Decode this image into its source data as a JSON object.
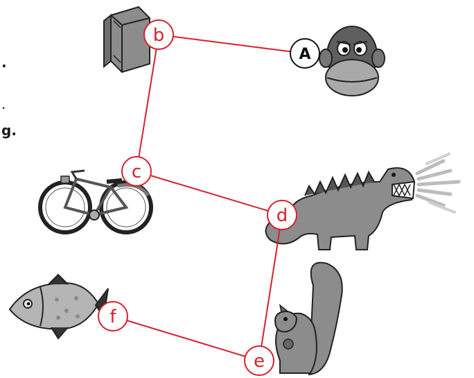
{
  "edge_text": {
    "fragment_1": ".",
    "fragment_2": ".",
    "fragment_3": "g."
  },
  "nodes": [
    {
      "id": "A",
      "label": "A",
      "picture": "monkey-head-icon"
    },
    {
      "id": "b",
      "label": "b",
      "picture": "book-icon"
    },
    {
      "id": "c",
      "label": "c",
      "picture": "bicycle-icon"
    },
    {
      "id": "d",
      "label": "d",
      "picture": "dinosaur-icon"
    },
    {
      "id": "e",
      "label": "e",
      "picture": "squirrel-icon"
    },
    {
      "id": "f",
      "label": "f",
      "picture": "fish-icon"
    }
  ],
  "path": [
    "A",
    "b",
    "c",
    "d",
    "e",
    "f"
  ],
  "colors": {
    "path_line": "#d6202c",
    "node_circle_stroke": "#d6202c",
    "start_circle_stroke": "#111111",
    "label_red": "#d6202c",
    "label_start": "#111111",
    "illustration_gray": "#8c8c8c"
  }
}
